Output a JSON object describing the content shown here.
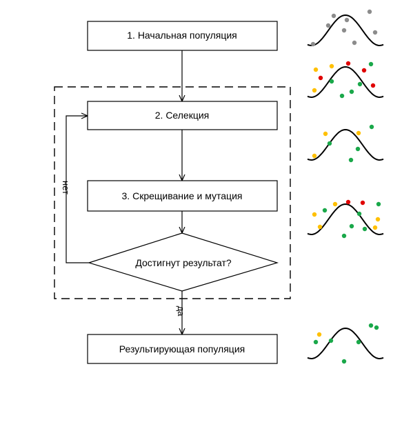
{
  "steps": {
    "initial": "1. Начальная популяция",
    "selection": "2. Селекция",
    "crossover": "3. Скрещивание и мутация",
    "decision": "Достигнут результат?",
    "result": "Результирующая популяция"
  },
  "edges": {
    "no": "нет",
    "yes": "да"
  },
  "colors": {
    "gray": "#8c8c8c",
    "yellow": "#ffc000",
    "green": "#1aa84a",
    "red": "#e00000"
  },
  "legend_icons": [
    {
      "name": "wave-icon-initial",
      "dots": "gray, unsorted"
    },
    {
      "name": "wave-icon-after-selection-input",
      "dots": "yellow, green, red"
    },
    {
      "name": "wave-icon-selected",
      "dots": "yellow, green"
    },
    {
      "name": "wave-icon-offspring",
      "dots": "yellow, green, red"
    },
    {
      "name": "wave-icon-result",
      "dots": "yellow, green"
    }
  ]
}
